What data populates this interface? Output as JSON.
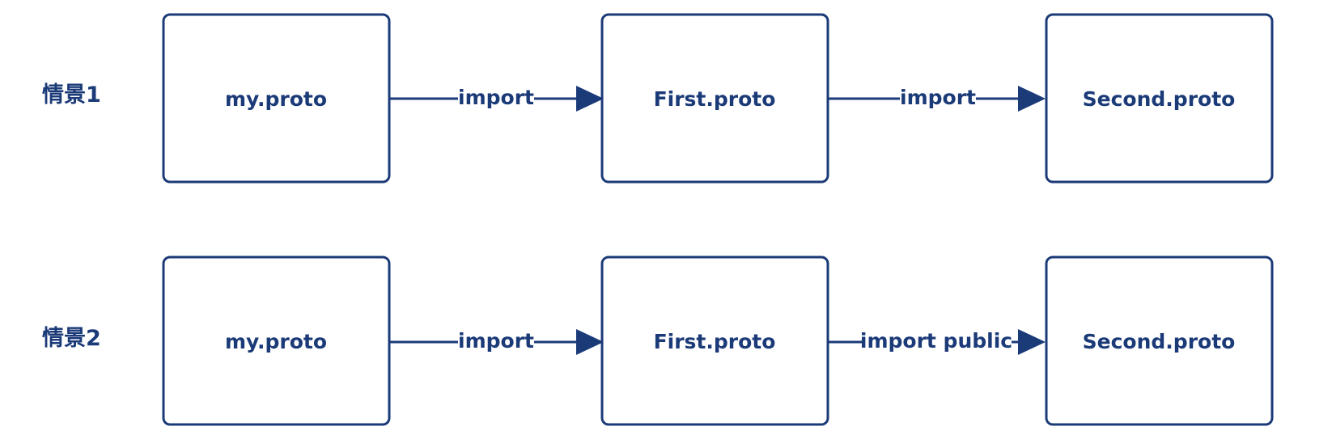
{
  "colors": {
    "stroke": "#1b3a78",
    "text": "#1b3a78",
    "background": "#ffffff"
  },
  "rows": [
    {
      "label": "情景1",
      "nodes": [
        "my.proto",
        "First.proto",
        "Second.proto"
      ],
      "edges": [
        "import",
        "import"
      ]
    },
    {
      "label": "情景2",
      "nodes": [
        "my.proto",
        "First.proto",
        "Second.proto"
      ],
      "edges": [
        "import",
        "import public"
      ]
    }
  ]
}
